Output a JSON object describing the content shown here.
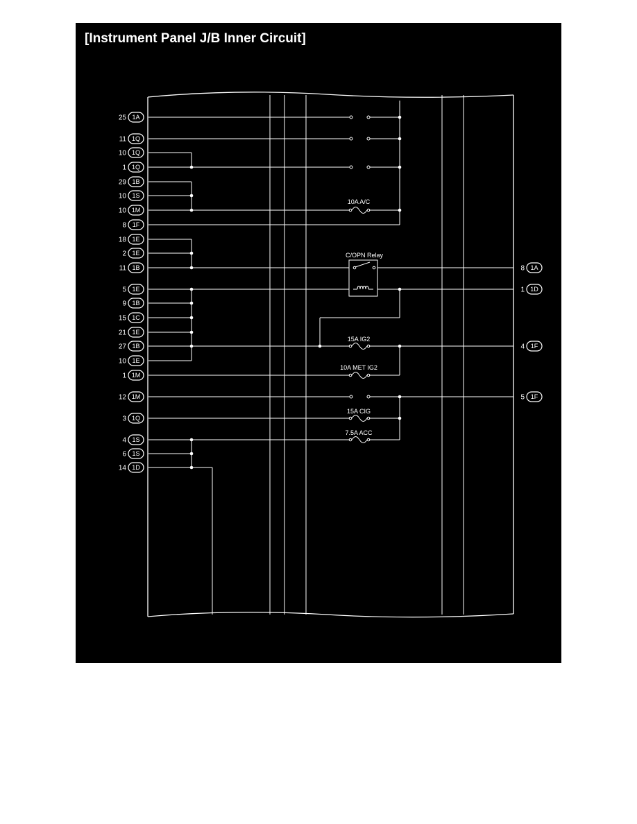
{
  "title": "[Instrument Panel J/B Inner Circuit]",
  "colors": {
    "background": "#000000",
    "line": "#ffffff",
    "page": "#ffffff"
  },
  "left_terminals": [
    {
      "pin": "25",
      "connector": "1A"
    },
    {
      "pin": "11",
      "connector": "1Q"
    },
    {
      "pin": "10",
      "connector": "1Q"
    },
    {
      "pin": "1",
      "connector": "1Q"
    },
    {
      "pin": "29",
      "connector": "1B"
    },
    {
      "pin": "10",
      "connector": "1S"
    },
    {
      "pin": "10",
      "connector": "1M"
    },
    {
      "pin": "8",
      "connector": "1F"
    },
    {
      "pin": "18",
      "connector": "1E"
    },
    {
      "pin": "2",
      "connector": "1E"
    },
    {
      "pin": "11",
      "connector": "1B"
    },
    {
      "pin": "5",
      "connector": "1E"
    },
    {
      "pin": "9",
      "connector": "1B"
    },
    {
      "pin": "15",
      "connector": "1C"
    },
    {
      "pin": "21",
      "connector": "1E"
    },
    {
      "pin": "27",
      "connector": "1B"
    },
    {
      "pin": "10",
      "connector": "1E"
    },
    {
      "pin": "1",
      "connector": "1M"
    },
    {
      "pin": "12",
      "connector": "1M"
    },
    {
      "pin": "3",
      "connector": "1Q"
    },
    {
      "pin": "4",
      "connector": "1S"
    },
    {
      "pin": "6",
      "connector": "1S"
    },
    {
      "pin": "14",
      "connector": "1D"
    }
  ],
  "right_terminals": [
    {
      "pin": "8",
      "connector": "1A"
    },
    {
      "pin": "1",
      "connector": "1D"
    },
    {
      "pin": "4",
      "connector": "1F"
    },
    {
      "pin": "5",
      "connector": "1F"
    }
  ],
  "components": {
    "fuse_ac": "10A A/C",
    "relay": "C/OPN Relay",
    "fuse_ig2": "15A IG2",
    "fuse_met_ig2": "10A MET IG2",
    "fuse_cig": "15A CIG",
    "fuse_acc": "7.5A ACC"
  }
}
